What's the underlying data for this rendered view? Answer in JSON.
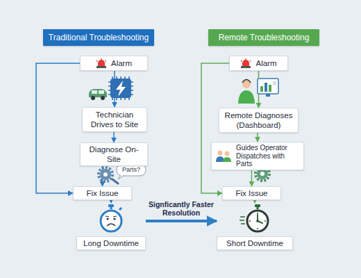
{
  "diagram": {
    "nodes": [
      {
        "text": [
          "Traditional Troubleshooting"
        ]
      },
      {
        "text": [
          "Alarm"
        ]
      },
      {
        "text": [
          "Technician Drives to Site"
        ]
      },
      {
        "text": [
          "Diagnose On-Site"
        ]
      },
      {
        "text": [
          "Fix Issue"
        ]
      },
      {
        "text": [
          "Long Downtime"
        ]
      },
      {
        "text": [
          "Remote Troubleshooting"
        ]
      },
      {
        "text": [
          "Alarm"
        ]
      },
      {
        "text": [
          "Remote Diagnoses (Dashboard)"
        ]
      },
      {
        "text": [
          "Guides Operator Dispatches with Parts"
        ]
      },
      {
        "text": [
          "Fix Issue"
        ]
      },
      {
        "text": [
          "Short Downtime"
        ]
      }
    ],
    "edges": [
      {
        "from": 1,
        "to": 2,
        "arrow": "to"
      },
      {
        "from": 2,
        "to": 3,
        "arrow": "to"
      },
      {
        "from": 3,
        "to": 4,
        "arrow": "to"
      },
      {
        "from": 4,
        "to": 5,
        "arrow": "to"
      },
      {
        "from": 1,
        "to": 4,
        "arrow": "to"
      },
      {
        "from": 7,
        "to": 8,
        "arrow": "to"
      },
      {
        "from": 8,
        "to": 9,
        "arrow": "to"
      },
      {
        "from": 9,
        "to": 10,
        "arrow": "to"
      },
      {
        "from": 10,
        "to": 11,
        "arrow": "to"
      },
      {
        "from": 7,
        "to": 10,
        "arrow": "to"
      },
      {
        "from": 5,
        "to": 11,
        "label": "Signficantly Faster Resolution",
        "arrow": "to"
      }
    ],
    "labels": [
      "Parts?"
    ]
  }
}
